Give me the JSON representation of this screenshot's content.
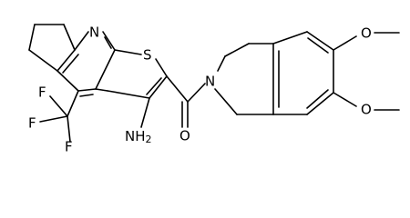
{
  "molecule": {
    "atoms": {
      "n_pyridine": "N",
      "s_thiophene": "S",
      "carbonyl_o": "O",
      "amide_n": "N",
      "amine": "NH",
      "amine_sub": "2",
      "f_top": "F",
      "f_left": "F",
      "f_bottom": "F",
      "o_methoxy_upper": "O",
      "o_methoxy_lower": "O"
    }
  }
}
